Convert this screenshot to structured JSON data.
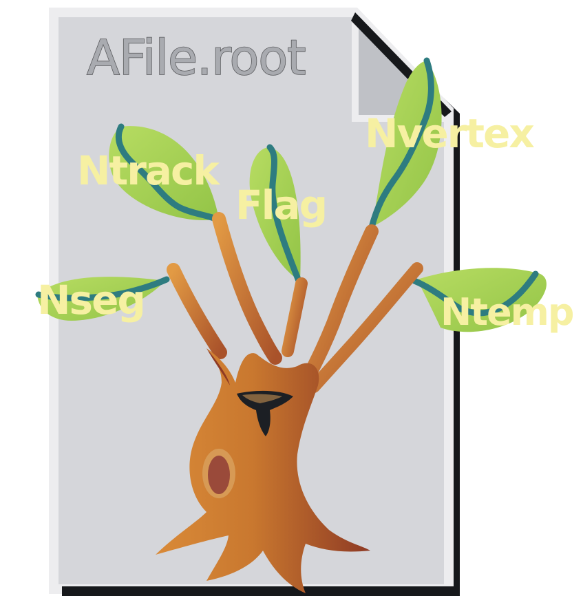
{
  "file": {
    "name": "AFile.root"
  },
  "tree": {
    "leaves": [
      {
        "label": "Ntrack"
      },
      {
        "label": "Flag"
      },
      {
        "label": "Nvertex"
      },
      {
        "label": "Nseg"
      },
      {
        "label": "Ntemp"
      }
    ]
  },
  "colors": {
    "page": "#d5d6da",
    "page_border": "#ededef",
    "page_shadow": "#16181b",
    "fold": "#bfc1c6",
    "trunk_light": "#d98a38",
    "trunk_dark": "#8e3a24",
    "leaf": "#a8d255",
    "leaf_vein": "#2e7c80",
    "label": "#f6f0a2"
  }
}
